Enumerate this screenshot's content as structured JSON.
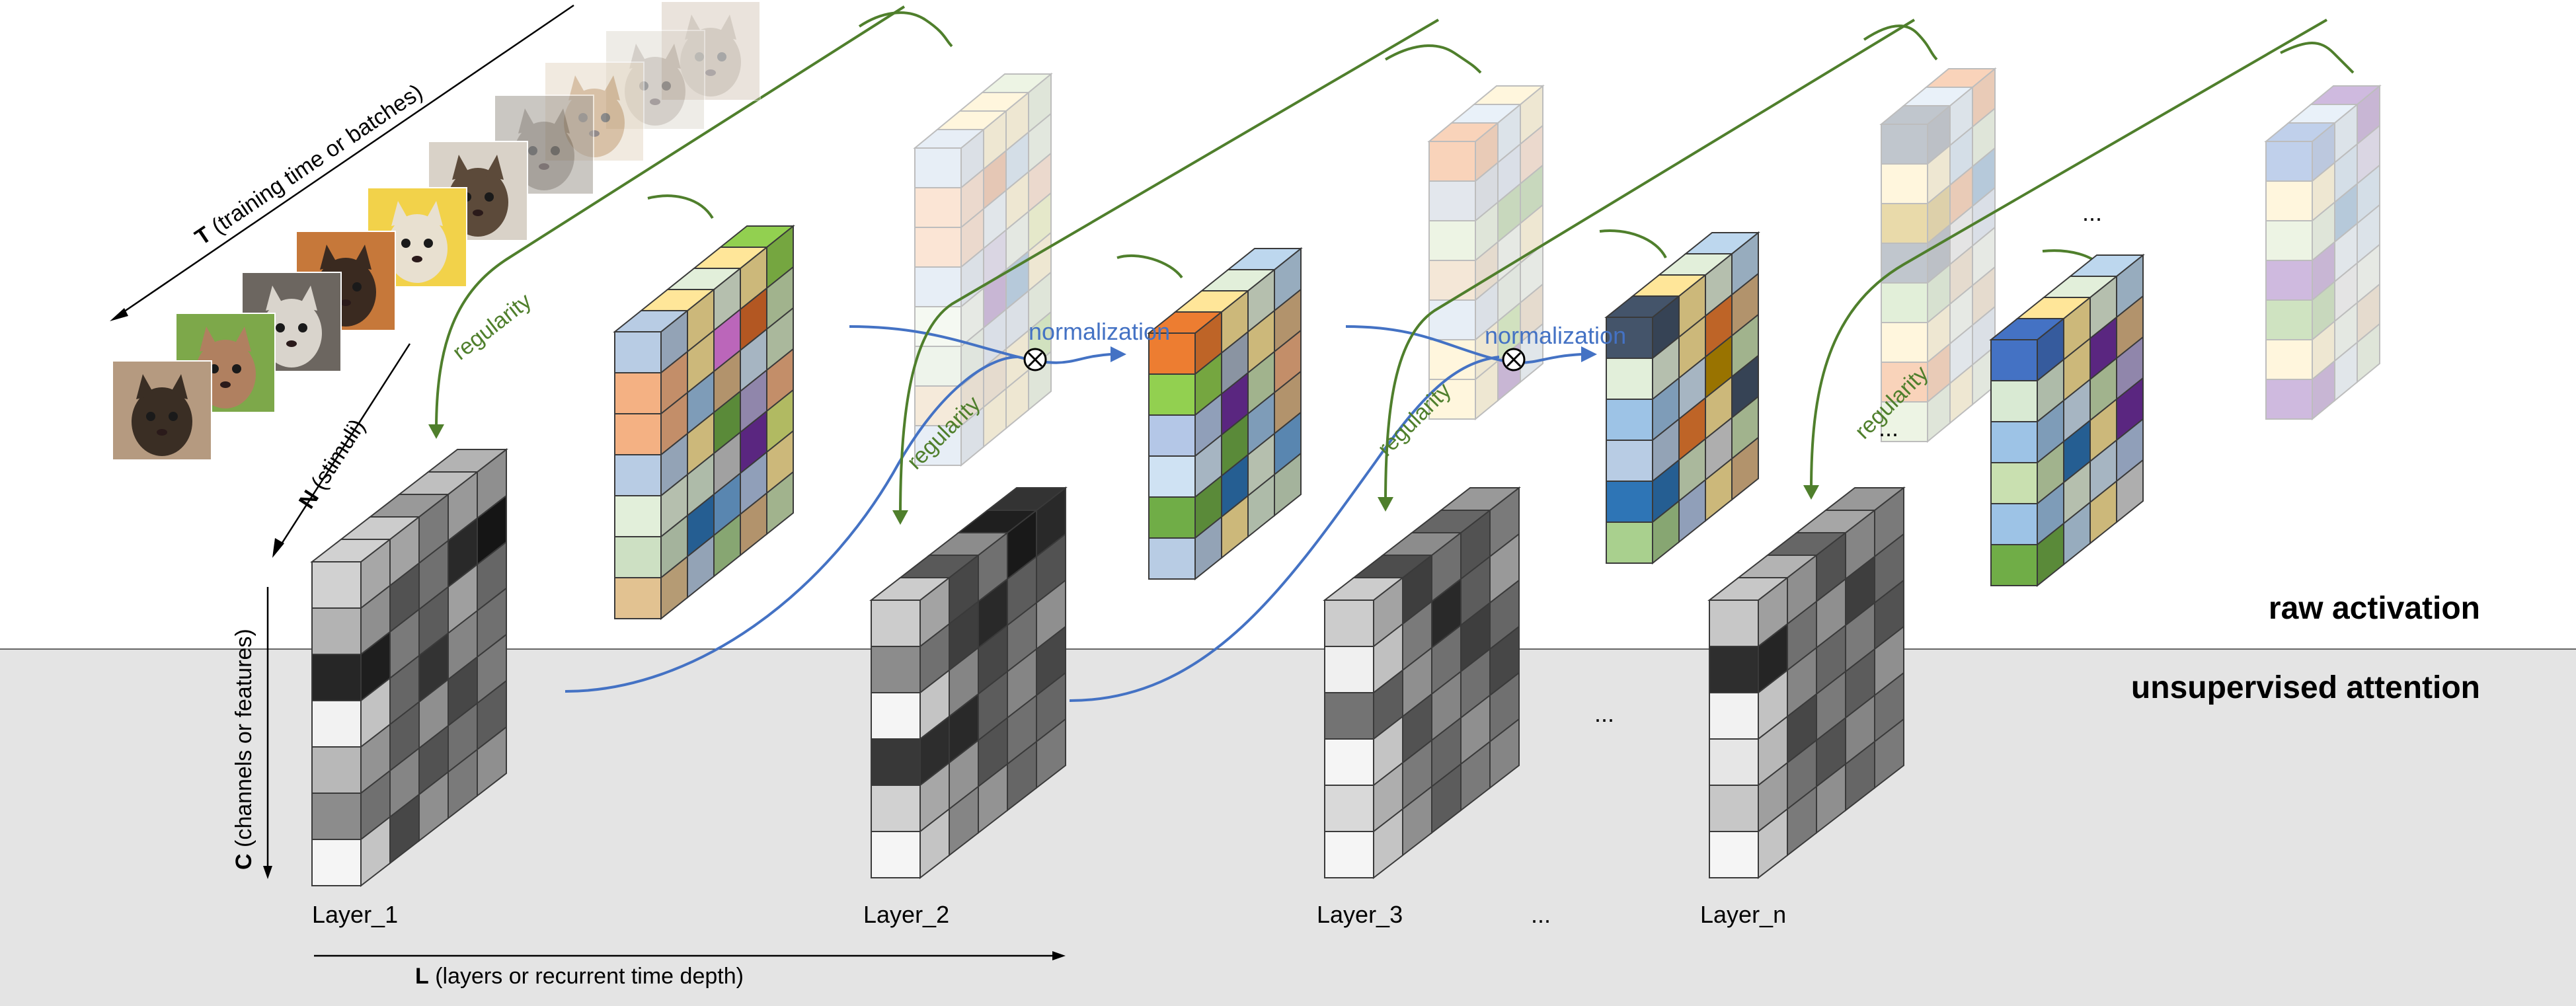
{
  "labels": {
    "raw": "raw activation",
    "unsup": "unsupervised attention",
    "normalization": "normalization",
    "regularity": "regularity",
    "ellipsis": "..."
  },
  "axes": {
    "t_bold": "T",
    "t_rest": " (training time or batches)",
    "n_bold": "N",
    "n_rest": " (stimuli)",
    "c_bold": "C",
    "c_rest": " (channels or features)",
    "l_bold": "L",
    "l_rest": " (layers or recurrent time depth)"
  },
  "layers": [
    "Layer_1",
    "Layer_2",
    "Layer_3",
    "Layer_n"
  ],
  "grids": {
    "g1": [
      [
        0.82,
        0.8,
        0.6,
        0.75,
        0.7
      ],
      [
        0.7,
        0.4,
        0.55,
        0.2,
        0.1
      ],
      [
        0.15,
        0.6,
        0.45,
        0.78,
        0.5
      ],
      [
        0.95,
        0.5,
        0.25,
        0.65,
        0.55
      ],
      [
        0.72,
        0.45,
        0.7,
        0.35,
        0.6
      ],
      [
        0.55,
        0.65,
        0.4,
        0.55,
        0.45
      ],
      [
        0.96,
        0.35,
        0.7,
        0.6,
        0.7
      ]
    ],
    "g2": [
      [
        0.8,
        0.35,
        0.55,
        0.12,
        0.2
      ],
      [
        0.55,
        0.3,
        0.2,
        0.45,
        0.4
      ],
      [
        0.96,
        0.65,
        0.35,
        0.55,
        0.7
      ],
      [
        0.22,
        0.2,
        0.45,
        0.65,
        0.35
      ],
      [
        0.82,
        0.72,
        0.4,
        0.55,
        0.5
      ],
      [
        0.96,
        0.65,
        0.72,
        0.5,
        0.6
      ]
    ],
    "g3": [
      [
        0.8,
        0.3,
        0.55,
        0.4,
        0.6
      ],
      [
        0.94,
        0.6,
        0.2,
        0.45,
        0.75
      ],
      [
        0.45,
        0.7,
        0.55,
        0.3,
        0.5
      ],
      [
        0.96,
        0.4,
        0.65,
        0.55,
        0.35
      ],
      [
        0.85,
        0.6,
        0.5,
        0.7,
        0.55
      ],
      [
        0.96,
        0.7,
        0.45,
        0.6,
        0.65
      ]
    ],
    "gn": [
      [
        0.78,
        0.7,
        0.4,
        0.65,
        0.6
      ],
      [
        0.18,
        0.55,
        0.7,
        0.3,
        0.5
      ],
      [
        0.95,
        0.65,
        0.5,
        0.6,
        0.4
      ],
      [
        0.9,
        0.35,
        0.6,
        0.45,
        0.7
      ],
      [
        0.78,
        0.55,
        0.4,
        0.65,
        0.55
      ],
      [
        0.96,
        0.6,
        0.7,
        0.5,
        0.6
      ]
    ],
    "c1": [
      "#b8cce4",
      "#ffe699",
      "#e2efda",
      "#ffe699",
      "#92d050",
      "#f4b183",
      "#ffe699",
      "#ea80e8",
      "#e06d2a",
      "#c9e0b0",
      "#f4b183",
      "#9dc3e6",
      "#deb887",
      "#cfe2f3",
      "#d4e6c3",
      "#b8cce4",
      "#ffe699",
      "#70ad47",
      "#b4a7d6",
      "#f4b183",
      "#e2efda",
      "#d9ead3",
      "#c9c9c9",
      "#7030a0",
      "#dde87a",
      "#cde0c3",
      "#2e75b6",
      "#6fa8dc",
      "#b4c7e7",
      "#ffe699",
      "#e2c291",
      "#b8cce4",
      "#a9d08e",
      "#deb887",
      "#c9e0b0"
    ],
    "c2": [
      "#ed7d31",
      "#ffe699",
      "#e2efda",
      "#bdd7ee",
      "#92d050",
      "#adb9ca",
      "#ffe699",
      "#deb887",
      "#b4c7e7",
      "#7030a0",
      "#c9e0b0",
      "#f4b183",
      "#cfe2f3",
      "#70ad47",
      "#9dc3e6",
      "#deb887",
      "#70ad47",
      "#2e75b6",
      "#e2efda",
      "#6fa8dc",
      "#b8cce4",
      "#ffe699",
      "#d9ead3",
      "#cde0c3"
    ],
    "c3": [
      "#44546a",
      "#ffe699",
      "#e2efda",
      "#bdd7ee",
      "#e2efda",
      "#ffe699",
      "#ed7d31",
      "#deb887",
      "#9dc3e6",
      "#cfe2f3",
      "#bf9000",
      "#c9e0b0",
      "#b8cce4",
      "#ed7d31",
      "#ffe699",
      "#44546a",
      "#2e75b6",
      "#d4e6c3",
      "#d9d9d9",
      "#c9e0b0",
      "#a9d08e",
      "#b4c7e7",
      "#ffe699",
      "#deb887"
    ],
    "c4": [
      "#4472c4",
      "#ffe699",
      "#e2efda",
      "#bdd7ee",
      "#d9ead3",
      "#ffe699",
      "#7030a0",
      "#deb887",
      "#9dc3e6",
      "#cfe2f3",
      "#c9e0b0",
      "#b4a7d6",
      "#c9e0b0",
      "#2e75b6",
      "#ffe699",
      "#7030a0",
      "#9dc3e6",
      "#e2efda",
      "#cfe2f3",
      "#b4c7e7",
      "#70ad47",
      "#bdd7ee",
      "#ffe699",
      "#d9d9d9"
    ]
  },
  "colors": {
    "green": "#4f7f2c",
    "blue": "#4472c4",
    "band": "#e4e4e4"
  }
}
